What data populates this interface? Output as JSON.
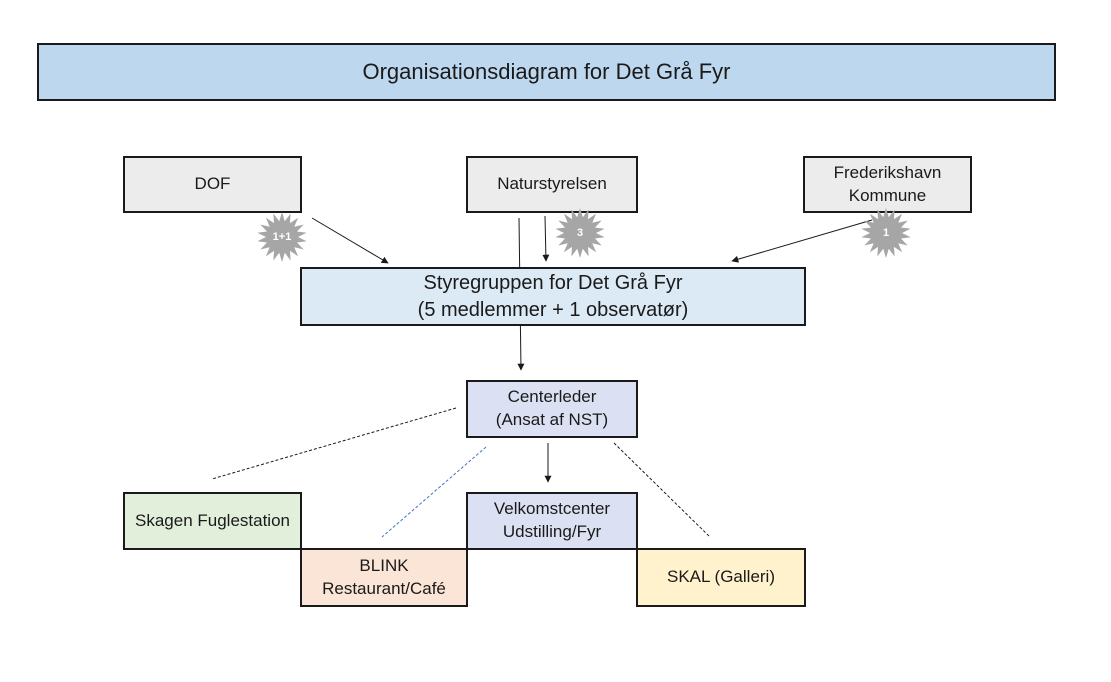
{
  "title": "Organisationsdiagram for Det Grå Fyr",
  "stakeholders": [
    {
      "id": "dof",
      "lines": [
        "DOF"
      ],
      "seats": "1+1"
    },
    {
      "id": "nst",
      "lines": [
        "Naturstyrelsen"
      ],
      "seats": "3"
    },
    {
      "id": "fk",
      "lines": [
        "Frederikshavn",
        "Kommune"
      ],
      "seats": "1"
    }
  ],
  "board": {
    "lines": [
      "Styregruppen for Det Grå Fyr",
      "(5 medlemmer + 1 observatør)"
    ]
  },
  "manager": {
    "lines": [
      "Centerleder",
      "(Ansat af NST)"
    ]
  },
  "units": {
    "skagen": {
      "lines": [
        "Skagen Fuglestation"
      ]
    },
    "blink": {
      "lines": [
        "BLINK",
        "Restaurant/Café"
      ]
    },
    "velkomst": {
      "lines": [
        "Velkomstcenter",
        "Udstilling/Fyr"
      ]
    },
    "skal": {
      "lines": [
        "SKAL  (Galleri)"
      ]
    }
  },
  "colors": {
    "title_fill": "#bdd7ee",
    "stakeholder_fill": "#ececec",
    "board_fill": "#dceaf6",
    "manager_fill": "#dbe1f3",
    "skagen_fill": "#e2efda",
    "blink_fill": "#fbe5d6",
    "skal_fill": "#fff2cc",
    "badge_fill": "#a6a6a6"
  }
}
